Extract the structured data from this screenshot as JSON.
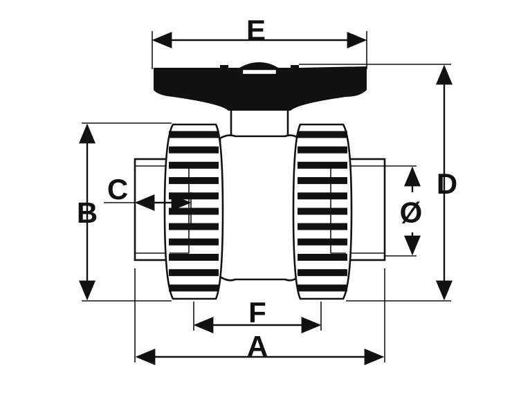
{
  "labels": {
    "E": "E",
    "D": "D",
    "B": "B",
    "C": "C",
    "O": "Ø",
    "F": "F",
    "A": "A"
  },
  "colors": {
    "ink": "#111111",
    "background": "#ffffff"
  }
}
